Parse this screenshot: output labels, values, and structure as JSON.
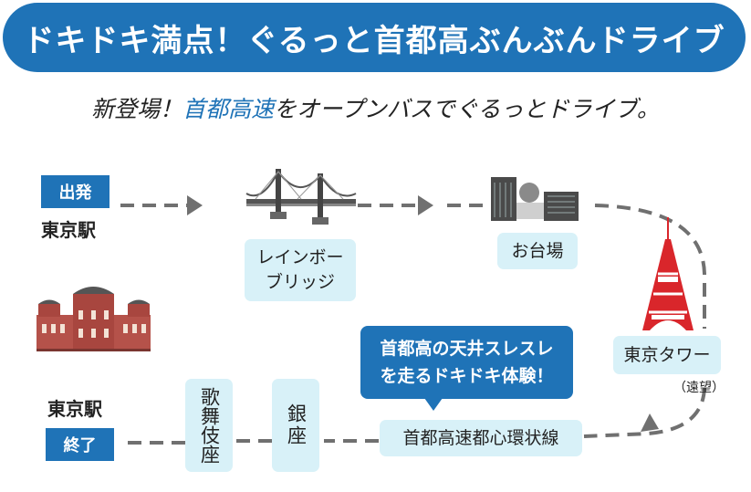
{
  "banner": {
    "title": "ドキドキ満点！ぐるっと首都高ぶんぶんドライブ"
  },
  "subtitle": {
    "prefix": "新登場！",
    "highlight": "首都高速",
    "suffix": "をオープンバスでぐるっとドライブ。"
  },
  "start": {
    "tag": "出発",
    "station": "東京駅"
  },
  "end": {
    "tag": "終了",
    "station": "東京駅"
  },
  "stops": {
    "rainbow_line1": "レインボー",
    "rainbow_line2": "ブリッジ",
    "odaiba": "お台場",
    "tokyo_tower": "東京タワー",
    "tower_note": "（遠望）",
    "expressway": "首都高速都心環状線",
    "ginza": "銀座",
    "kabukiza": "歌舞伎座"
  },
  "callout": {
    "line1": "首都高の天井スレスレ",
    "line2": "を走るドキドキ体験！"
  },
  "colors": {
    "brand_blue": "#1f73b7",
    "pill_bg": "#d8f1f8",
    "route_gray": "#707070",
    "tower_red": "#d9262b",
    "station_brick": "#b5524a"
  },
  "icons": [
    "bridge-icon",
    "odaiba-building-icon",
    "tokyo-tower-icon",
    "tokyo-station-icon",
    "arrow-right-icon",
    "arrow-down-left-icon"
  ]
}
